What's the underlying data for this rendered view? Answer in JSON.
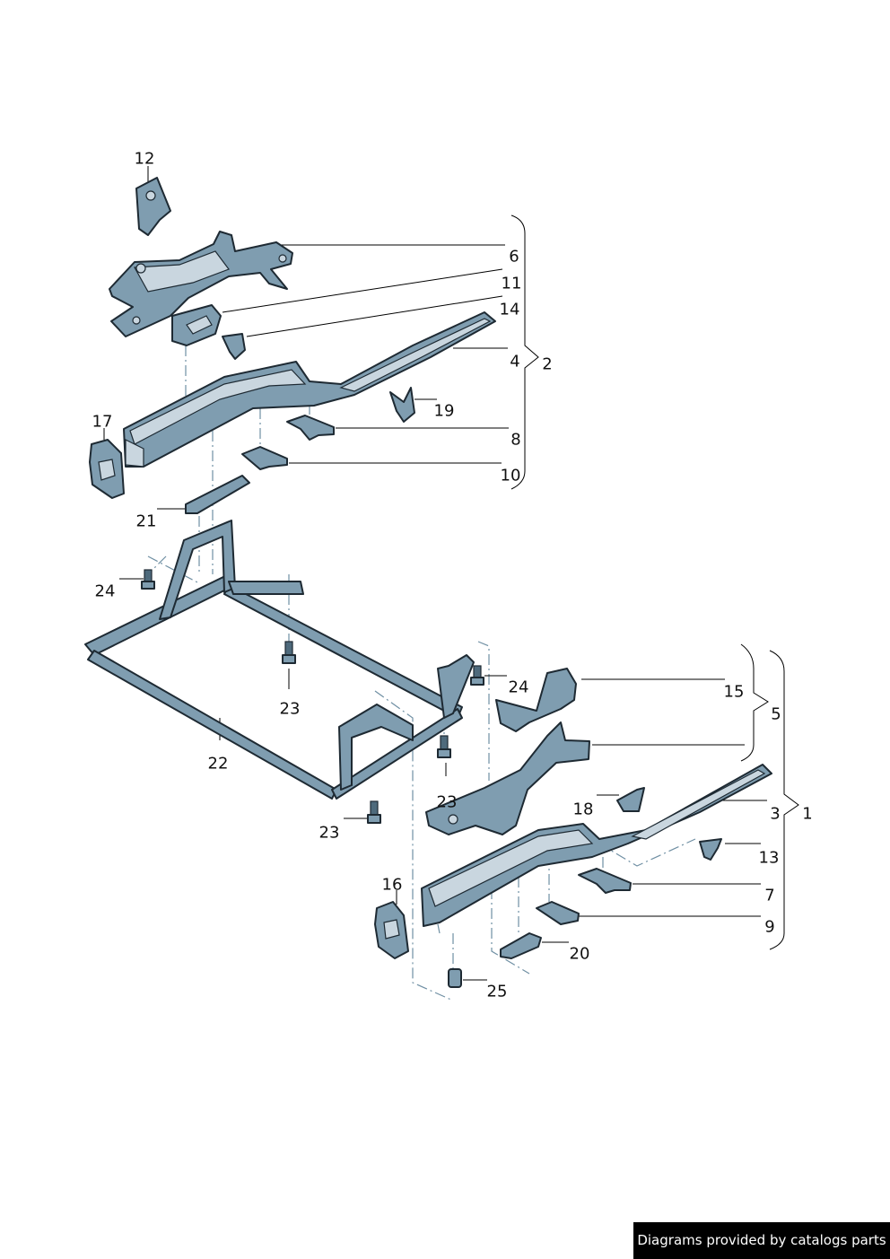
{
  "diagram": {
    "callouts": [
      "12",
      "6",
      "11",
      "14",
      "4",
      "2",
      "19",
      "8",
      "10",
      "17",
      "21",
      "24",
      "23",
      "22",
      "24",
      "15",
      "5",
      "23",
      "18",
      "3",
      "1",
      "23",
      "13",
      "16",
      "7",
      "9",
      "20",
      "25"
    ],
    "colors": {
      "part_fill": "#7f9db0",
      "part_light": "#c9d6df",
      "outline": "#1e2a33",
      "dash_line": "#6f8fa3"
    }
  },
  "footer": {
    "credit": "Diagrams provided by catalogs parts"
  }
}
